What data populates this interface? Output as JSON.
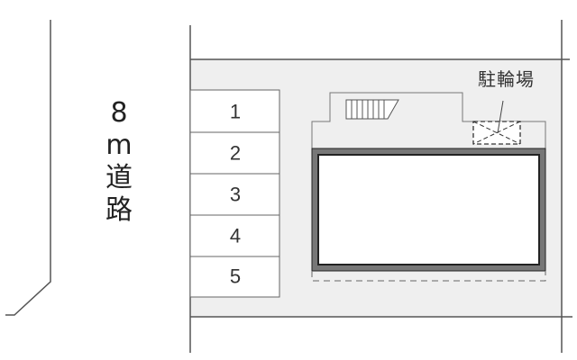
{
  "road": {
    "width_label": "8",
    "unit_label": "m",
    "road_chars": [
      "道",
      "路"
    ]
  },
  "parking_spaces": [
    {
      "number": "1"
    },
    {
      "number": "2"
    },
    {
      "number": "3"
    },
    {
      "number": "4"
    },
    {
      "number": "5"
    }
  ],
  "bicycle_parking": {
    "label": "駐輪場"
  },
  "colors": {
    "lot_fill": "#efefef",
    "line": "#555555",
    "building_wall": "#777777",
    "building_outline": "#222222"
  }
}
